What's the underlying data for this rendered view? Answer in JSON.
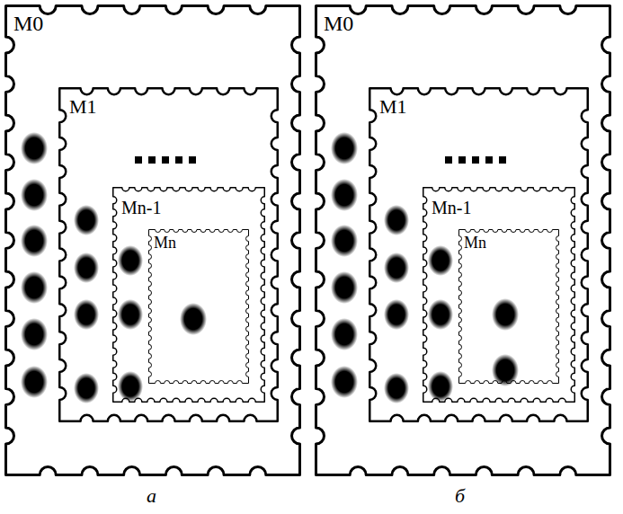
{
  "diagram": {
    "nodes": [
      {
        "text": [
          "M0"
        ]
      },
      {
        "text": [
          "M1"
        ],
        "in": 0
      },
      {
        "text": [
          "Mn-1"
        ],
        "in": 1
      },
      {
        "text": [
          "Mn"
        ],
        "in": 2
      },
      {
        "text": [
          "M0"
        ]
      },
      {
        "text": [
          "M1"
        ],
        "in": 4
      },
      {
        "text": [
          "Mn-1"
        ],
        "in": 5
      },
      {
        "text": [
          "Mn"
        ],
        "in": 6
      }
    ],
    "labels": [
      "а",
      "б"
    ]
  }
}
